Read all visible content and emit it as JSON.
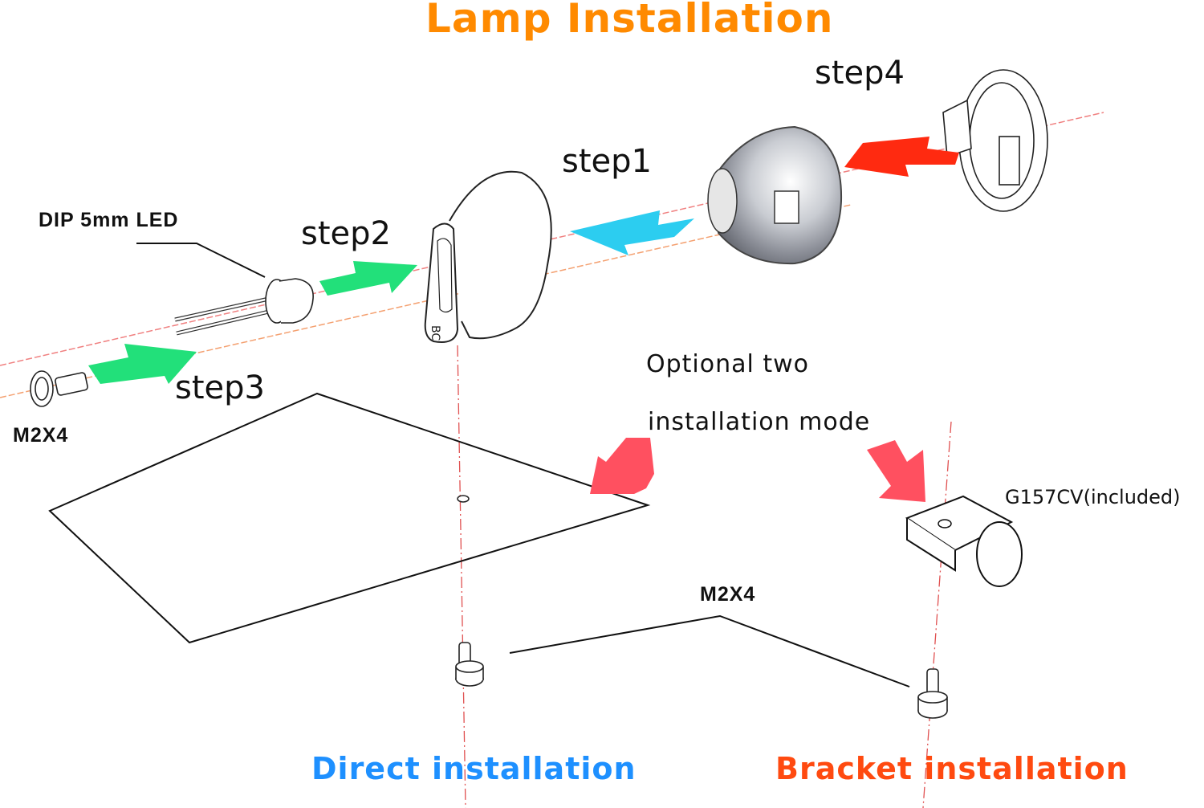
{
  "title": "Lamp Installation",
  "steps": {
    "step1": "step1",
    "step2": "step2",
    "step3": "step3",
    "step4": "step4"
  },
  "parts": {
    "led": "DIP 5mm LED",
    "screw_top": "M2X4",
    "screw_bottom": "M2X4",
    "bracket": "G157CV(included)"
  },
  "notes": {
    "line1": "Optional two",
    "line2": "installation mode"
  },
  "modes": {
    "direct": "Direct installation",
    "bracket": "Bracket installation"
  },
  "colors": {
    "title": "#ff8a00",
    "direct": "#1e90ff",
    "bracket": "#ff4a10",
    "arrow_green": "#22e07a",
    "arrow_cyan": "#2ccdf0",
    "arrow_red": "#ff2a10",
    "arrow_pink": "#ff5060",
    "axis": "#f08080"
  }
}
